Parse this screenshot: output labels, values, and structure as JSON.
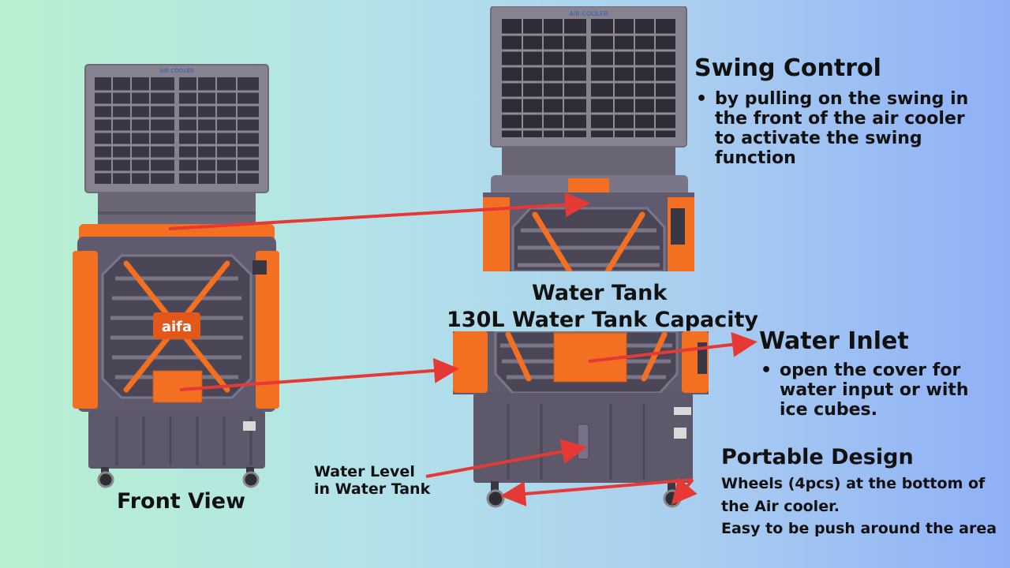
{
  "front_view_label": "Front View",
  "swing_control": {
    "title": "Swing Control",
    "bullets": [
      "by pulling on the swing in the front of the air cooler to activate the swing function"
    ]
  },
  "water_tank": {
    "title": "Water Tank",
    "subtitle": "130L Water Tank Capacity"
  },
  "water_inlet": {
    "title": "Water Inlet",
    "bullets": [
      "open the cover for water input or with ice cubes."
    ]
  },
  "water_level": {
    "line1": "Water Level",
    "line2": "in Water Tank"
  },
  "portable_design": {
    "title": "Portable Design",
    "line1": "Wheels (4pcs) at the bottom of",
    "line2": "the Air cooler.",
    "line3": "Easy to be push around the area"
  },
  "product": {
    "brand": "aifa",
    "panel_text": "AIR COOLER"
  },
  "colors": {
    "arrow": "#e53935",
    "body_gray": "#5f5a6e",
    "accent_orange": "#f36f21",
    "panel_gray": "#86828f"
  }
}
